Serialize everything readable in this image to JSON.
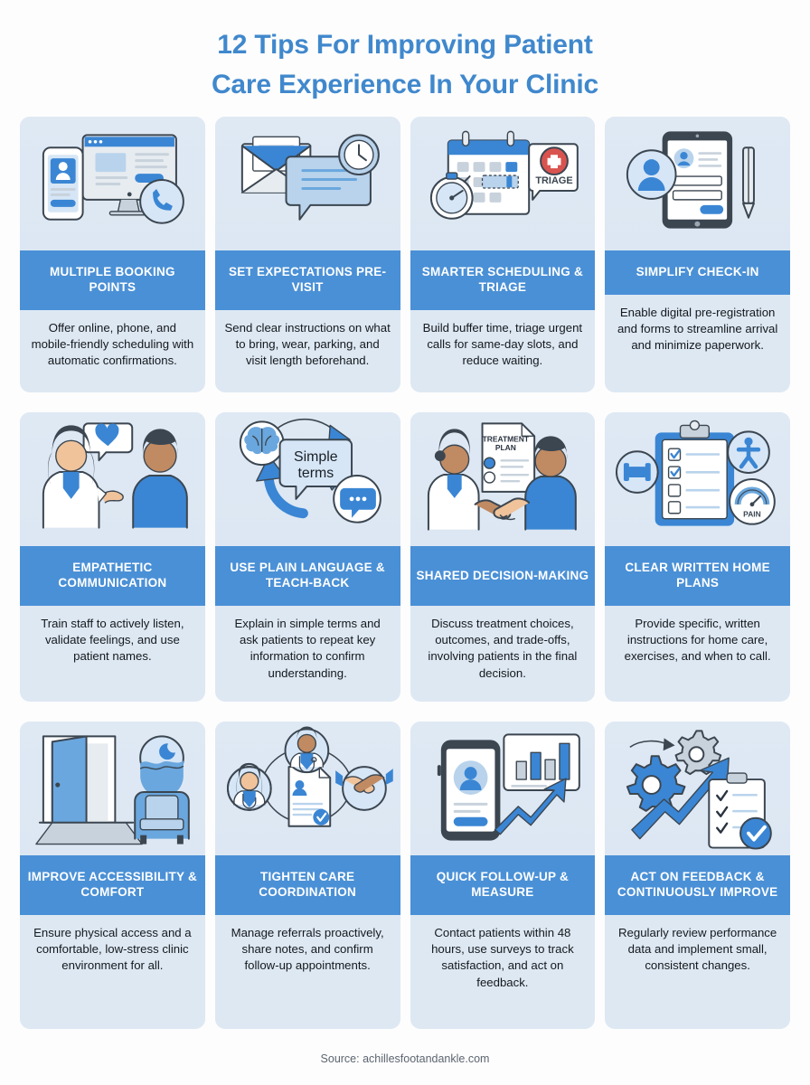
{
  "title": {
    "line1": "12 Tips For Improving Patient",
    "line2": "Care Experience In Your Clinic"
  },
  "footer": {
    "source": "Source: achillesfootandankle.com"
  },
  "colors": {
    "accent": "#4a90d6",
    "title": "#4088cd",
    "card_bg": "#dde8f3",
    "banner_bg": "#4a90d6",
    "page_bg": "#fdfdfd",
    "body_text": "#15181c",
    "footer_text": "#5c6570",
    "alert_red": "#d9534f"
  },
  "cards": [
    {
      "id": 1,
      "icon": "booking-devices-icon",
      "title": "MULTIPLE BOOKING POINTS",
      "desc": "Offer online, phone, and mobile-friendly scheduling with automatic confirmations."
    },
    {
      "id": 2,
      "icon": "email-message-clock-icon",
      "title": "SET EXPECTATIONS PRE-VISIT",
      "desc": "Send clear instructions on what to bring, wear, parking, and visit length beforehand."
    },
    {
      "id": 3,
      "icon": "calendar-stopwatch-triage-icon",
      "title": "SMARTER SCHEDULING & TRIAGE",
      "desc": "Build buffer time, triage urgent calls for same-day slots, and reduce waiting.",
      "badge_label": "TRIAGE"
    },
    {
      "id": 4,
      "icon": "tablet-registration-icon",
      "title": "SIMPLIFY CHECK-IN",
      "desc": "Enable digital pre-registration and forms to streamline arrival and minimize paperwork."
    },
    {
      "id": 5,
      "icon": "doctor-patient-heart-icon",
      "title": "EMPATHETIC COMMUNICATION",
      "desc": "Train staff to actively listen, validate feelings, and use patient names."
    },
    {
      "id": 6,
      "icon": "brain-simple-terms-loop-icon",
      "title": "USE PLAIN LANGUAGE & TEACH-BACK",
      "desc": "Explain in simple terms and ask patients to repeat key information to confirm understanding.",
      "bubble_line1": "Simple",
      "bubble_line2": "terms"
    },
    {
      "id": 7,
      "icon": "handshake-treatment-plan-icon",
      "title": "SHARED DECISION-MAKING",
      "desc": "Discuss treatment choices, outcomes, and trade-offs, involving patients in the final decision.",
      "doc_line1": "TREATMENT",
      "doc_line2": "PLAN"
    },
    {
      "id": 8,
      "icon": "clipboard-home-exercise-icon",
      "title": "CLEAR WRITTEN HOME PLANS",
      "desc": "Provide specific, written instructions for home care, exercises, and when to call.",
      "gauge_label": "PAIN"
    },
    {
      "id": 9,
      "icon": "accessible-door-comfort-icon",
      "title": "IMPROVE ACCESSIBILITY & COMFORT",
      "desc": "Ensure physical access and a comfortable, low-stress clinic environment for all."
    },
    {
      "id": 10,
      "icon": "care-team-network-icon",
      "title": "TIGHTEN CARE COORDINATION",
      "desc": "Manage referrals proactively, share notes, and confirm follow-up appointments."
    },
    {
      "id": 11,
      "icon": "phone-chart-growth-icon",
      "title": "QUICK FOLLOW-UP & MEASURE",
      "desc": "Contact patients within 48 hours, use surveys to track satisfaction, and act on feedback."
    },
    {
      "id": 12,
      "icon": "gears-growth-checklist-icon",
      "title": "ACT ON FEEDBACK & CONTINUOUSLY IMPROVE",
      "desc": "Regularly review performance data and implement small, consistent changes."
    }
  ]
}
